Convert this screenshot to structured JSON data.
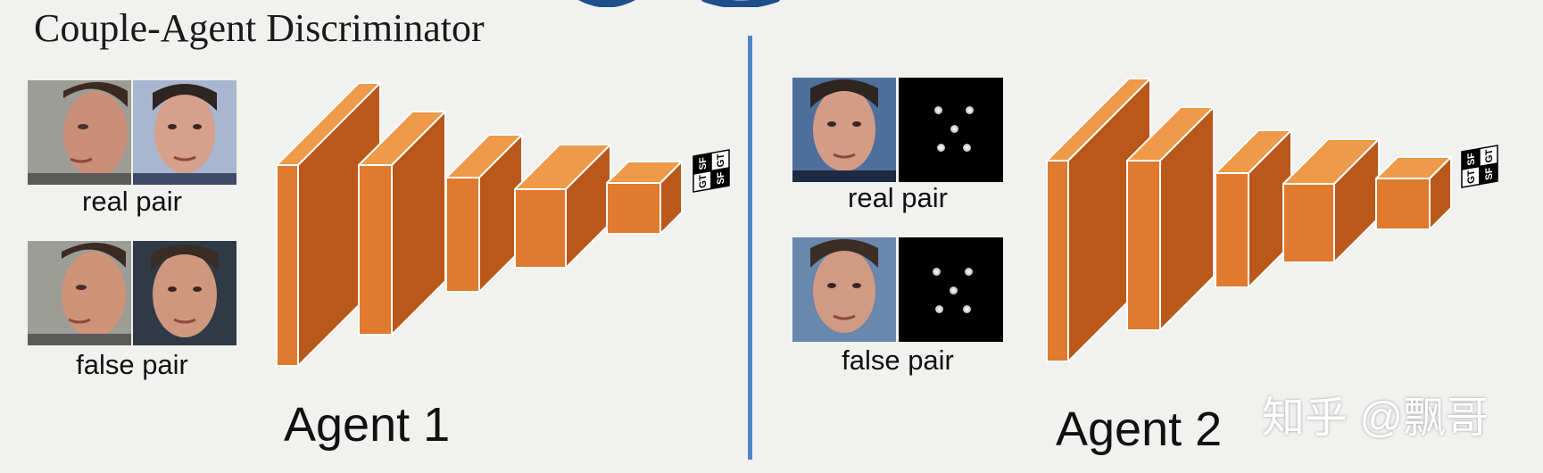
{
  "title": "Couple-Agent Discriminator",
  "colors": {
    "background": "#f1f1ef",
    "block_front": "#e07a2e",
    "block_top": "#ee9a48",
    "block_side": "#b9581a",
    "divider": "#4e86c6",
    "header_partial": "#1f4e8c"
  },
  "agent1": {
    "label": "Agent 1",
    "real_caption": "real pair",
    "false_caption": "false pair",
    "output_cells": [
      "SF",
      "GT",
      "GT",
      "SF"
    ]
  },
  "agent2": {
    "label": "Agent 2",
    "real_caption": "real pair",
    "false_caption": "false pair",
    "output_cells": [
      "SF",
      "GT",
      "GT",
      "SF"
    ]
  },
  "watermark": "知乎 @飘哥"
}
